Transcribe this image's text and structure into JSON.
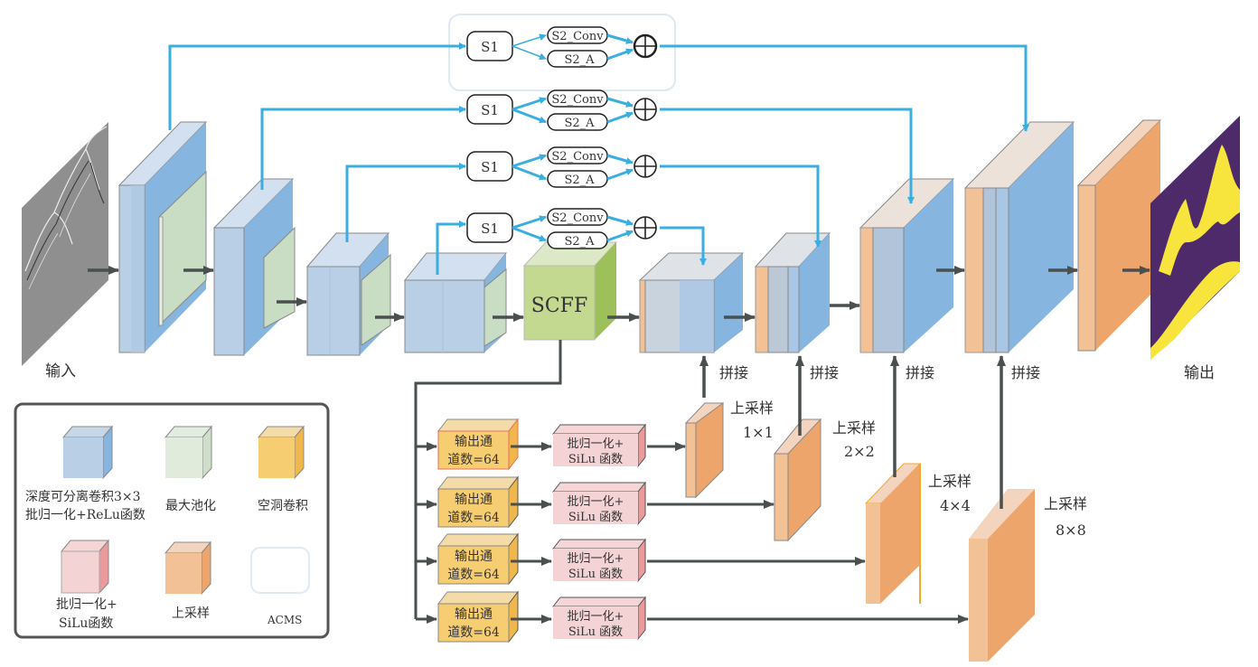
{
  "colors": {
    "skip_blue": "#3aaee0",
    "arrow_dark": "#4a4f4f",
    "conv_blue_front": "#b9cfe6",
    "conv_blue_side": "#86b5df",
    "pool_green": "#c9dcc4",
    "upsample_orange_front": "#f3c196",
    "upsample_orange_side": "#eda56b",
    "dilated_yellow_front": "#f7cd72",
    "dilated_yellow_side": "#f0b74d",
    "bn_pink_front": "#f4d3d5",
    "bn_pink_side": "#eb9a9b",
    "scff_green_front": "#c3d98f",
    "scff_green_side": "#9dc05a",
    "output_purple": "#4e2a6a",
    "output_yellow": "#f7e43c"
  },
  "labels": {
    "input": "输入",
    "output": "输出",
    "scff": "SCFF",
    "concat": "拼接",
    "acms_s1": "S1",
    "acms_s2_conv": "S2_Conv",
    "acms_s2_a": "S2_A",
    "plus": "⊕"
  },
  "branch_blocks": {
    "dilated_line1": "输出通",
    "dilated_line2": "道数=64",
    "bn_line1": "批归一化+",
    "bn_line2": "SiLu 函数"
  },
  "upsample_labels": [
    {
      "title": "上采样",
      "scale": "1×1"
    },
    {
      "title": "上采样",
      "scale": "2×2"
    },
    {
      "title": "上采样",
      "scale": "4×4"
    },
    {
      "title": "上采样",
      "scale": "8×8"
    }
  ],
  "legend": {
    "items": [
      {
        "line1": "深度可分离卷积3×3",
        "line2": "批归一化+ReLu函数",
        "icon": "blue-cube-icon"
      },
      {
        "line1": "最大池化",
        "line2": "",
        "icon": "green-cube-icon"
      },
      {
        "line1": "空洞卷积",
        "line2": "",
        "icon": "yellow-cube-icon"
      },
      {
        "line1": "批归一化+",
        "line2": "SiLu函数",
        "icon": "pink-cube-icon"
      },
      {
        "line1": "上采样",
        "line2": "",
        "icon": "orange-cube-icon"
      },
      {
        "line1": "ACMS",
        "line2": "",
        "icon": "acms-box-icon"
      }
    ]
  }
}
